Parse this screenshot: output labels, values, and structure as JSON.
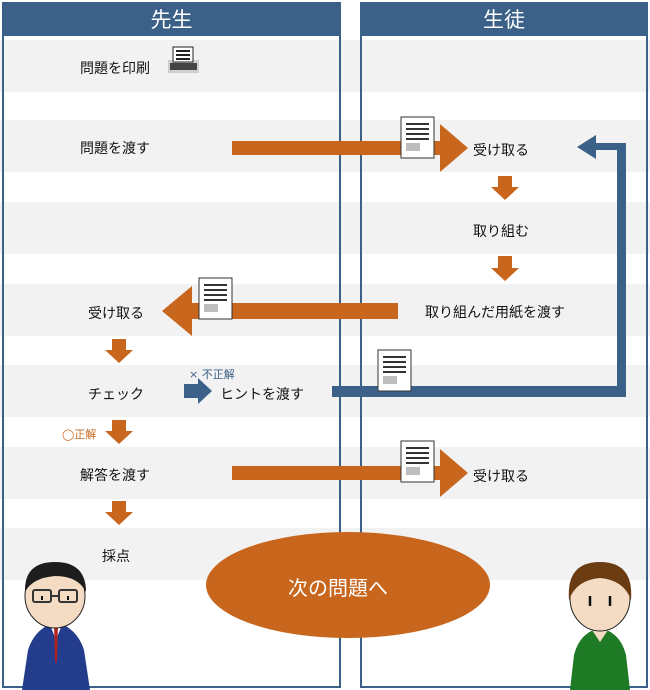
{
  "columns": {
    "teacher": "先生",
    "student": "生徒"
  },
  "teacher_steps": {
    "print": "問題を印刷",
    "hand_out": "問題を渡す",
    "receive": "受け取る",
    "check": "チェック",
    "hand_answer": "解答を渡す",
    "grade": "採点"
  },
  "student_steps": {
    "receive": "受け取る",
    "work": "取り組む",
    "hand_sheet": "取り組んだ用紙を渡す",
    "receive_answer": "受け取る"
  },
  "branches": {
    "incorrect": "× 不正解",
    "hint": "ヒントを渡す",
    "correct": "◯正解"
  },
  "final": "次の問題へ",
  "colors": {
    "header": "#3b6189",
    "orange_arrow": "#c8661e",
    "blue_arrow": "#3b6189",
    "stripe": "#f2f2f2"
  }
}
